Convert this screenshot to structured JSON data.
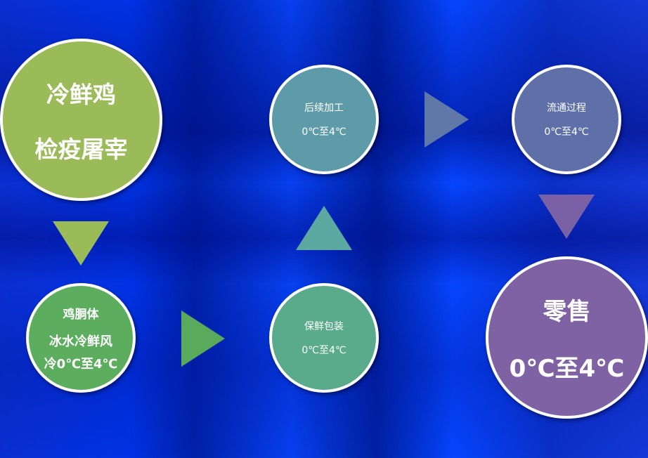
{
  "nodes": {
    "slaughter": {
      "line1": "冷鲜鸡",
      "line2": "检疫屠宰"
    },
    "carcass": {
      "title": "鸡胴体",
      "line1": "冰水冷鲜风",
      "line2": "冷0℃至4℃"
    },
    "packaging": {
      "title": "保鲜包装",
      "temp": "0℃至4℃"
    },
    "processing": {
      "title": "后续加工",
      "temp": "0℃至4℃"
    },
    "distribution": {
      "title": "流通过程",
      "temp": "0℃至4℃"
    },
    "retail": {
      "title": "零售",
      "temp": "0℃至4℃"
    }
  },
  "colors": {
    "slaughter": "#9bbb59",
    "carcass": "#5cae5e",
    "packaging": "#5aaa8c",
    "processing": "#5e9ba8",
    "distribution": "#5f6fa8",
    "retail": "#7e62a3"
  }
}
